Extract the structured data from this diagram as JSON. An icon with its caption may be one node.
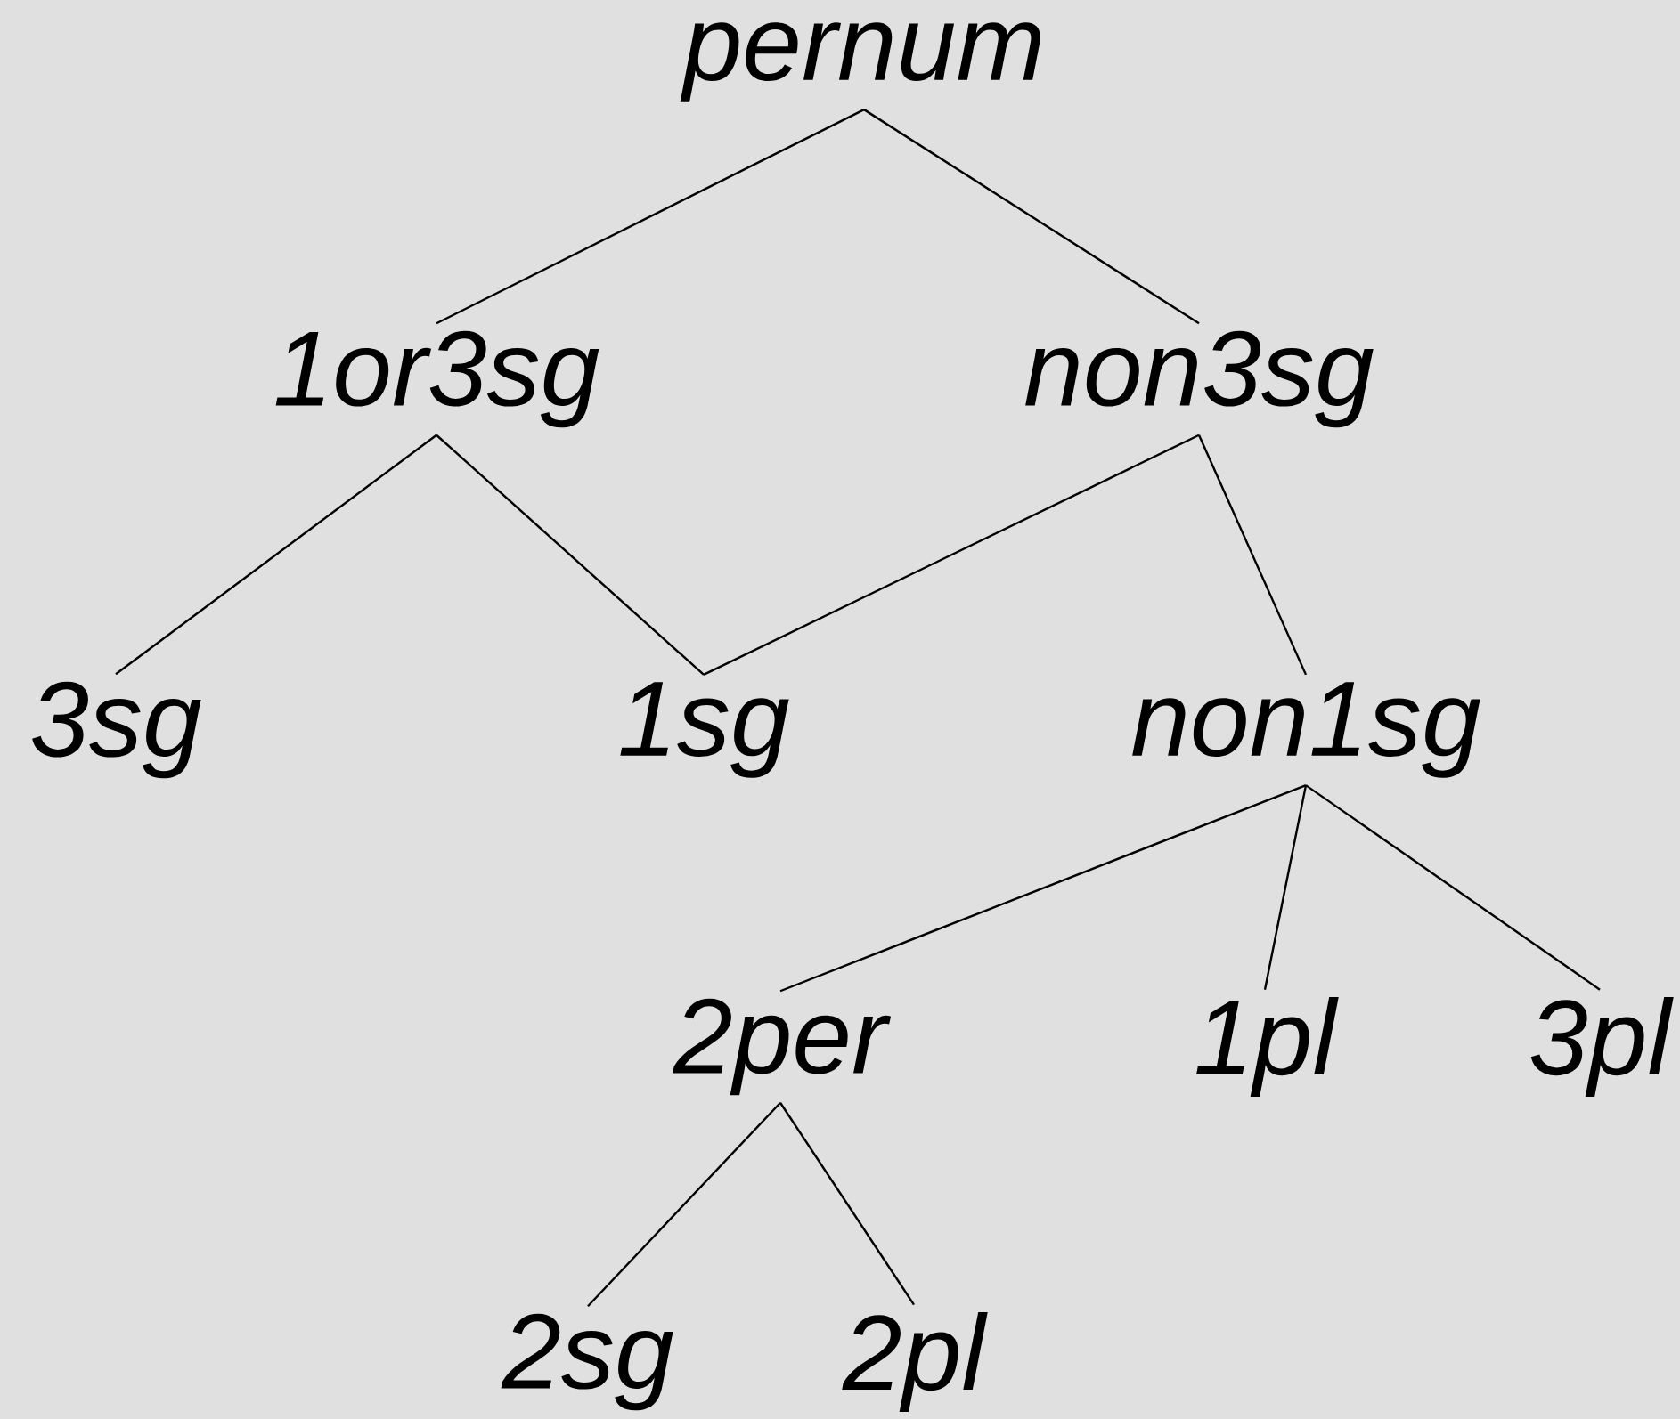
{
  "diagram": {
    "nodes": [
      {
        "text": [
          "pernum"
        ]
      },
      {
        "text": [
          "1or3sg"
        ]
      },
      {
        "text": [
          "non3sg"
        ]
      },
      {
        "text": [
          "3sg"
        ]
      },
      {
        "text": [
          "1sg"
        ]
      },
      {
        "text": [
          "non1sg"
        ]
      },
      {
        "text": [
          "2per"
        ]
      },
      {
        "text": [
          "1pl"
        ]
      },
      {
        "text": [
          "3pl"
        ]
      },
      {
        "text": [
          "2sg"
        ]
      },
      {
        "text": [
          "2pl"
        ]
      }
    ],
    "edges": [
      {
        "from": 0,
        "to": 1,
        "arrow": "none"
      },
      {
        "from": 0,
        "to": 2,
        "arrow": "none"
      },
      {
        "from": 1,
        "to": 3,
        "arrow": "none"
      },
      {
        "from": 1,
        "to": 4,
        "arrow": "none"
      },
      {
        "from": 2,
        "to": 4,
        "arrow": "none"
      },
      {
        "from": 2,
        "to": 5,
        "arrow": "none"
      },
      {
        "from": 5,
        "to": 6,
        "arrow": "none"
      },
      {
        "from": 5,
        "to": 7,
        "arrow": "none"
      },
      {
        "from": 5,
        "to": 8,
        "arrow": "none"
      },
      {
        "from": 6,
        "to": 9,
        "arrow": "none"
      },
      {
        "from": 6,
        "to": 10,
        "arrow": "none"
      }
    ]
  }
}
